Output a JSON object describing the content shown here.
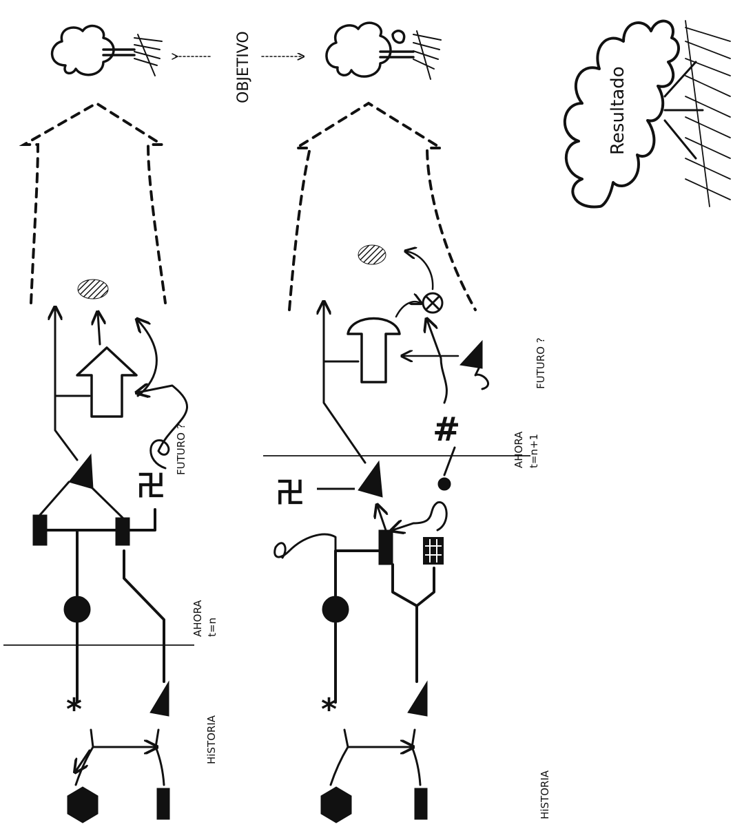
{
  "labels": {
    "objetivo": "OBJETIVO",
    "resultado": "Resultado",
    "futuro_top": "FUTURO ?",
    "futuro_bottom": "FUTURO ?",
    "ahora_top_line1": "AHORA",
    "ahora_top_line2": "t=n",
    "ahora_bottom_line1": "AHORA",
    "ahora_bottom_line2": "t=n+1",
    "historia_top": "HiSTORIA",
    "historia_bottom": "HiSTORIA",
    "hash_symbol": "#",
    "swastika_symbol": "卍"
  },
  "colors": {
    "ink": "#111111",
    "paper": "#ffffff"
  }
}
